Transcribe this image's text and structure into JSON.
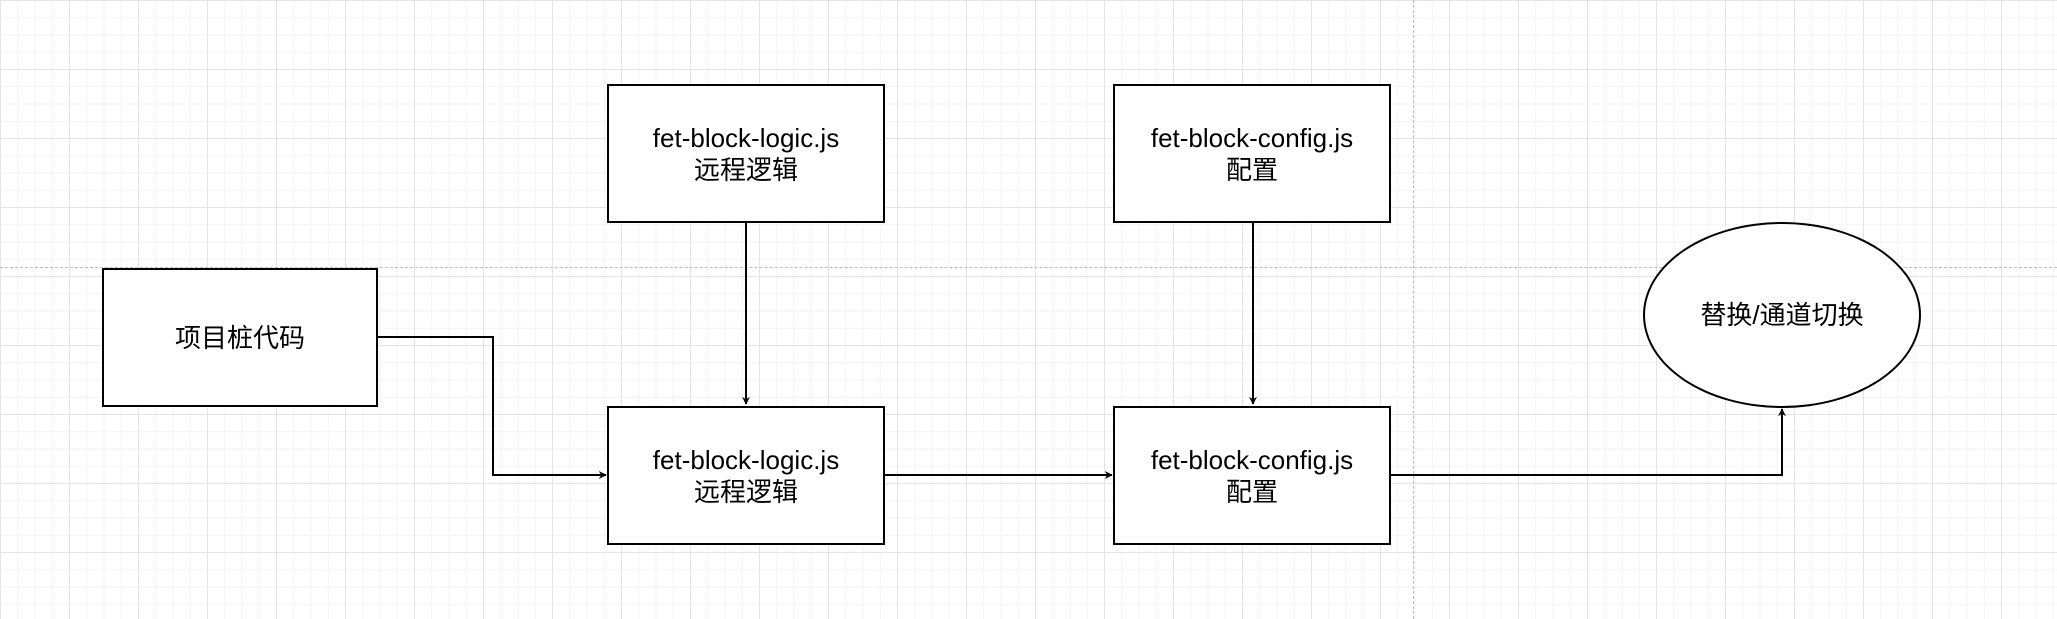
{
  "diagram": {
    "nodes": [
      {
        "id": "stub",
        "lines": [
          "项目桩代码"
        ]
      },
      {
        "id": "logic_top",
        "lines": [
          "fet-block-logic.js",
          "远程逻辑"
        ]
      },
      {
        "id": "config_top",
        "lines": [
          "fet-block-config.js",
          "配置"
        ]
      },
      {
        "id": "logic_mid",
        "lines": [
          "fet-block-logic.js",
          "远程逻辑"
        ]
      },
      {
        "id": "config_mid",
        "lines": [
          "fet-block-config.js",
          "配置"
        ]
      },
      {
        "id": "switch",
        "lines": [
          "替换/通道切换"
        ]
      }
    ],
    "edges": [
      {
        "from": "stub",
        "to": "logic_mid"
      },
      {
        "from": "logic_top",
        "to": "logic_mid"
      },
      {
        "from": "config_top",
        "to": "config_mid"
      },
      {
        "from": "logic_mid",
        "to": "config_mid"
      },
      {
        "from": "config_mid",
        "to": "switch"
      }
    ]
  }
}
